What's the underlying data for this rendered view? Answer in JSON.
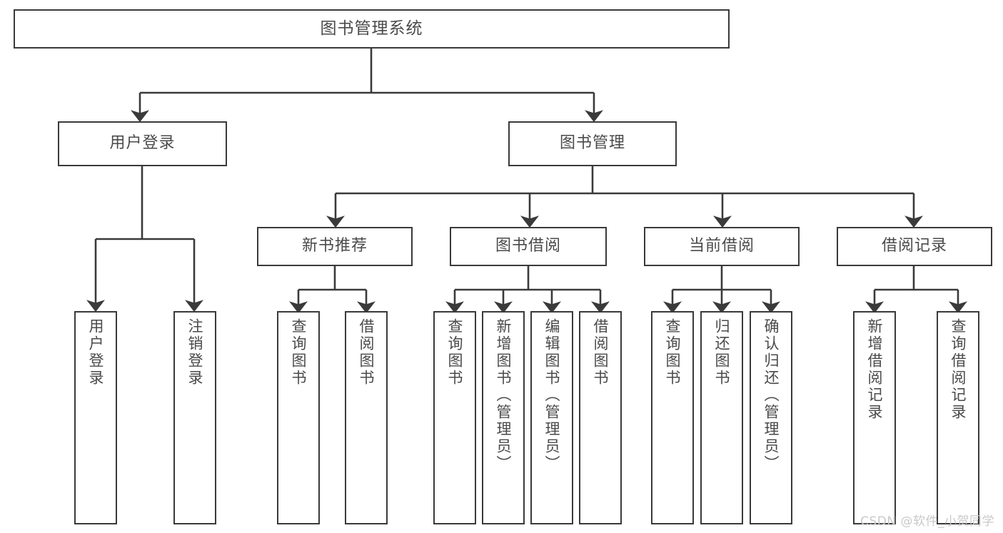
{
  "diagram": {
    "type": "hierarchy-tree",
    "title": "图书管理系统",
    "root": {
      "id": "root",
      "label": "图书管理系统"
    },
    "level2": [
      {
        "id": "user-login",
        "label": "用户登录"
      },
      {
        "id": "book-manage",
        "label": "图书管理"
      }
    ],
    "level3": [
      {
        "id": "new-book-rec",
        "label": "新书推荐",
        "parent": "book-manage"
      },
      {
        "id": "book-borrow",
        "label": "图书借阅",
        "parent": "book-manage"
      },
      {
        "id": "current-borrow",
        "label": "当前借阅",
        "parent": "book-manage"
      },
      {
        "id": "borrow-record",
        "label": "借阅记录",
        "parent": "book-manage"
      }
    ],
    "leaves": {
      "user_login": [
        {
          "id": "leaf-user-login",
          "label": "用户登录"
        },
        {
          "id": "leaf-logout",
          "label": "注销登录"
        }
      ],
      "new_book_rec": [
        {
          "id": "leaf-query-book-1",
          "label": "查询图书"
        },
        {
          "id": "leaf-borrow-book-1",
          "label": "借阅图书"
        }
      ],
      "book_borrow": [
        {
          "id": "leaf-query-book-2",
          "label": "查询图书"
        },
        {
          "id": "leaf-add-book",
          "label": "新增图书（管理员）"
        },
        {
          "id": "leaf-edit-book",
          "label": "编辑图书（管理员）"
        },
        {
          "id": "leaf-borrow-book-2",
          "label": "借阅图书"
        }
      ],
      "current_borrow": [
        {
          "id": "leaf-query-book-3",
          "label": "查询图书"
        },
        {
          "id": "leaf-return-book",
          "label": "归还图书"
        },
        {
          "id": "leaf-confirm-return",
          "label": "确认归还（管理员）"
        }
      ],
      "borrow_record": [
        {
          "id": "leaf-add-record",
          "label": "新增借阅记录"
        },
        {
          "id": "leaf-query-record",
          "label": "查询借阅记录"
        }
      ]
    },
    "watermark": "CSDN @软件_小贺同学",
    "colors": {
      "stroke": "#3a3a3a",
      "text": "#4a4a4a",
      "background": "#ffffff",
      "watermark": "#c9c9c9"
    }
  }
}
